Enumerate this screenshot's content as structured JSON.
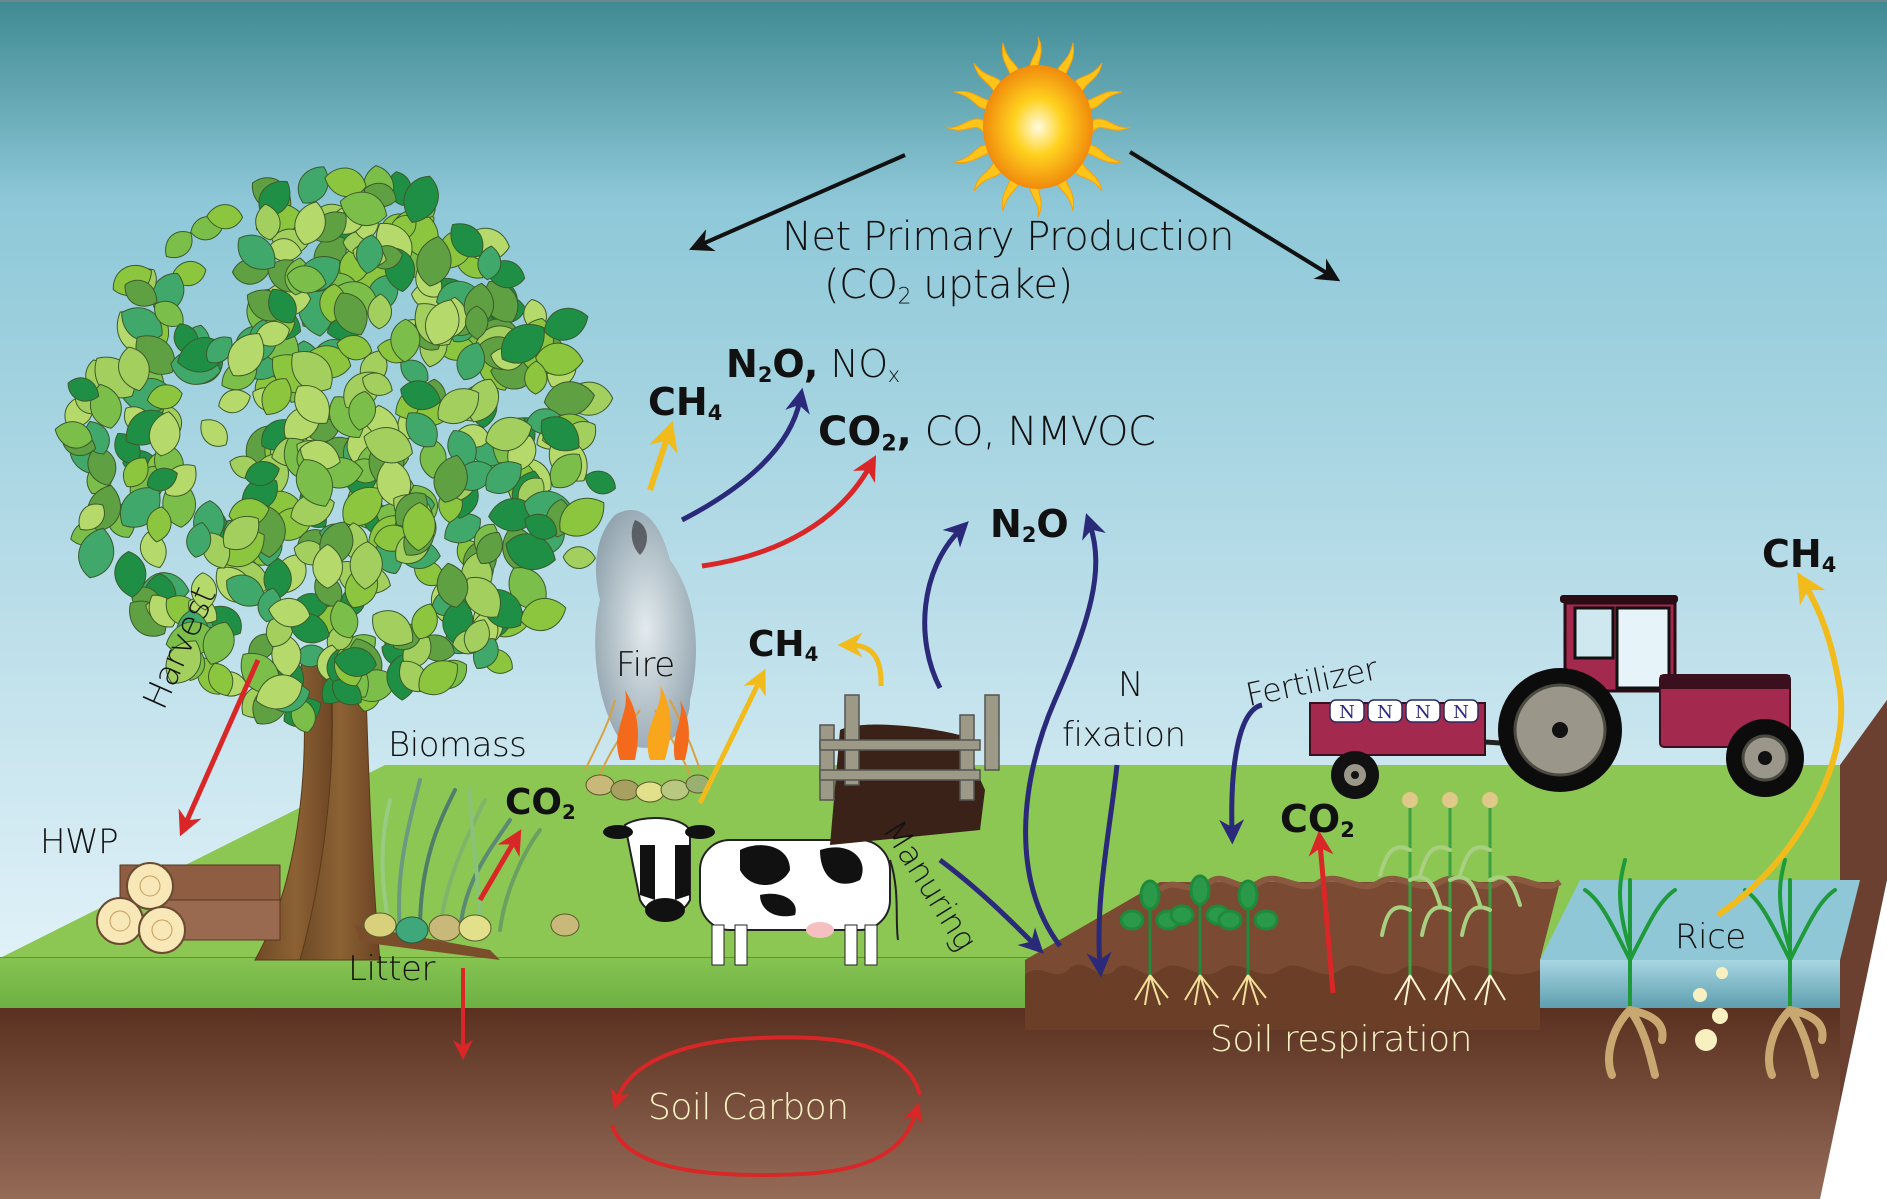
{
  "diagram": {
    "title": "Net Primary Production",
    "subtitle_prefix": "(CO",
    "subtitle_sub": "2",
    "subtitle_suffix": " uptake)",
    "colors": {
      "sky_top": "#3f8a92",
      "sky_mid": "#8ec8d8",
      "sky_bottom": "#e6f4fa",
      "grass_top": "#8cc653",
      "grass_front": "#78bb47",
      "soil_top": "#5a3020",
      "soil_bottom": "#956b58",
      "arrow_red": "#d92627",
      "arrow_blue": "#2b2a7a",
      "arrow_yellow": "#f2bb1c",
      "arrow_black": "#111111",
      "tractor": "#a3294f",
      "water": "#8fc7d6"
    },
    "labels": {
      "fire_products_ch4": {
        "main": "CH",
        "sub": "4"
      },
      "fire_products_n2o": {
        "main": "N",
        "sub": "2",
        "tail": "O,"
      },
      "fire_products_nox": {
        "main": "NO",
        "sub": "x"
      },
      "fire_products_co2": {
        "main": "CO",
        "sub": "2",
        "tail": ","
      },
      "fire_products_rest": "CO, NMVOC",
      "soil_n2o": {
        "main": "N",
        "sub": "2",
        "tail": "O"
      },
      "livestock_ch4": {
        "main": "CH",
        "sub": "4"
      },
      "rice_ch4": {
        "main": "CH",
        "sub": "4"
      },
      "litter_co2": {
        "main": "CO",
        "sub": "2"
      },
      "cropland_co2": {
        "main": "CO",
        "sub": "2"
      },
      "fire": "Fire",
      "biomass": "Biomass",
      "harvest": "Harvest",
      "hwp": "HWP",
      "litter": "Litter",
      "manuring": "Manuring",
      "n_fixation_line1": "N",
      "n_fixation_line2": "fixation",
      "fertilizer": "Fertilizer",
      "fertilizer_bag": "N",
      "rice": "Rice",
      "soil_respiration": "Soil respiration",
      "soil_carbon": "Soil Carbon"
    }
  }
}
